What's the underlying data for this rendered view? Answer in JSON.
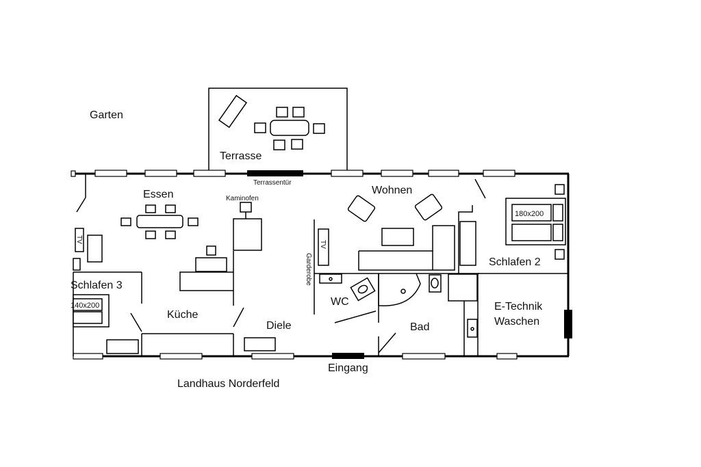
{
  "plan": {
    "title": "Landhaus Norderfeld",
    "outdoor": {
      "garden": "Garten",
      "terrace": "Terrasse",
      "terrace_door": "Terrassentür",
      "entrance": "Eingang"
    },
    "rooms": {
      "essen": "Essen",
      "wohnen": "Wohnen",
      "schlafen2": "Schlafen 2",
      "schlafen3": "Schlafen 3",
      "kueche": "Küche",
      "diele": "Diele",
      "wc": "WC",
      "bad": "Bad",
      "etechnik": "E-Technik",
      "waschen": "Waschen"
    },
    "fixtures": {
      "kaminofen": "Kaminofen",
      "garderobe": "Garderobe",
      "tv_living": "TV",
      "tv_schlafen3": "TV",
      "bed_schlafen2": "180x200",
      "bed_schlafen3": "140x200"
    }
  }
}
